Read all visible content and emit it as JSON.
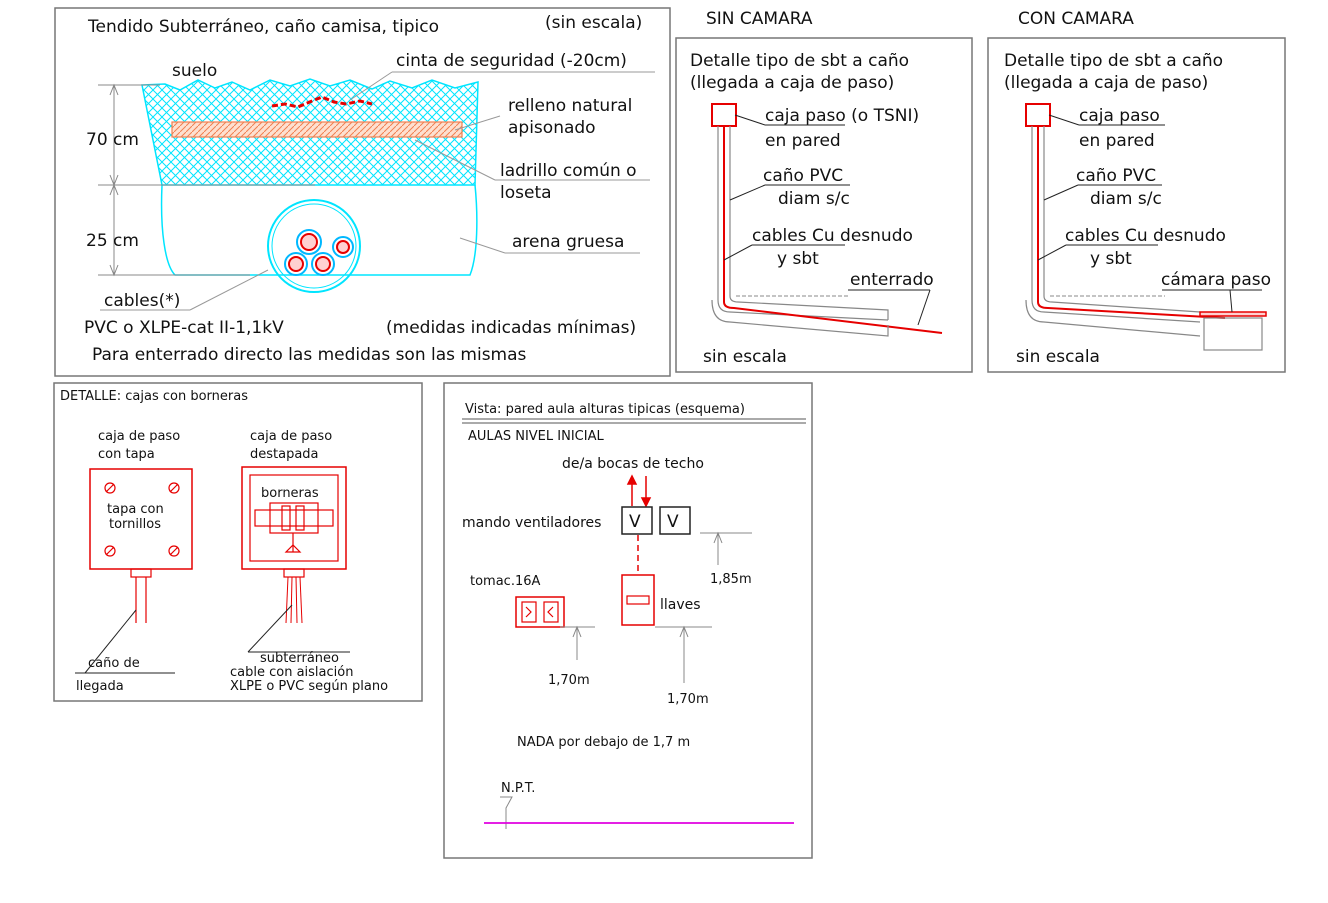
{
  "panel1": {
    "title": "Tendido Subterráneo, caño camisa, tipico",
    "scale_note": "(sin escala)",
    "suelo": "suelo",
    "cinta": "cinta de seguridad (-20cm)",
    "relleno_1": "relleno natural",
    "relleno_2": "apisonado",
    "dim_70": "70 cm",
    "ladrillo_1": "ladrillo común o",
    "ladrillo_2": "loseta",
    "dim_25": "25 cm",
    "arena": "arena gruesa",
    "cables": "cables(*)",
    "pvc": "PVC o XLPE-cat II-1,1kV",
    "medidas": "(medidas indicadas mínimas)",
    "enterrado_note": "Para enterrado directo las medidas son las mismas"
  },
  "panel2": {
    "header": "SIN CAMARA",
    "title_1": "Detalle tipo de sbt a caño",
    "title_2": "(llegada a caja de paso)",
    "caja_1": "caja paso (o TSNI)",
    "caja_2": "en pared",
    "cano_1": "caño PVC",
    "cano_2": "diam s/c",
    "cables_1": "cables Cu desnudo",
    "cables_2": "y sbt",
    "enterrado": "enterrado",
    "escala": "sin escala"
  },
  "panel3": {
    "header": "CON CAMARA",
    "title_1": "Detalle tipo de sbt a caño",
    "title_2": "(llegada a caja de paso)",
    "caja_1": "caja paso",
    "caja_2": "en pared",
    "cano_1": "caño PVC",
    "cano_2": "diam s/c",
    "cables_1": "cables Cu desnudo",
    "cables_2": "y sbt",
    "camara": "cámara paso",
    "escala": "sin escala"
  },
  "panel4": {
    "title": "DETALLE: cajas con borneras",
    "box1_1": "caja de paso",
    "box1_2": "con tapa",
    "tapa_1": "tapa con",
    "tapa_2": "tornillos",
    "box2_1": "caja de paso",
    "box2_2": "destapada",
    "borneras": "borneras",
    "cano_1": "caño de",
    "cano_2": "llegada",
    "sub_1": "subterráneo",
    "sub_2": "cable con aislación",
    "sub_3": "XLPE o PVC según plano"
  },
  "panel5": {
    "title": "Vista: pared aula alturas tipicas (esquema)",
    "subtitle": "AULAS NIVEL INICIAL",
    "bocas": "de/a bocas de techo",
    "mando": "mando ventiladores",
    "v_label": "V",
    "h185": "1,85m",
    "tomac": "tomac.16A",
    "llaves": "llaves",
    "h170a": "1,70m",
    "h170b": "1,70m",
    "nada": "NADA por debajo de 1,7 m",
    "npt": "N.P.T."
  },
  "colors": {
    "cyan": "#00e5ff",
    "red": "#e60000",
    "gray": "#888888",
    "magenta": "#e000e0",
    "brick": "#f3a27a"
  }
}
